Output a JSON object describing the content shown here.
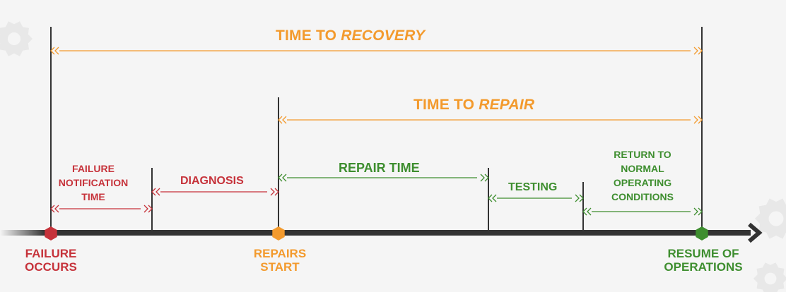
{
  "diagram": {
    "colors": {
      "axis": "#333333",
      "orange": "#f39a2d",
      "red": "#c6323a",
      "green": "#3e8e2f",
      "gear": "#e8e8e8",
      "background": "#f5f5f5"
    },
    "spans": {
      "time_to_recovery": {
        "prefix": "TIME TO",
        "emphasis": "RECOVERY"
      },
      "time_to_repair": {
        "prefix": "TIME TO",
        "emphasis": "REPAIR"
      }
    },
    "phases": {
      "failure_notification": {
        "line1": "FAILURE",
        "line2": "NOTIFICATION",
        "line3": "TIME"
      },
      "diagnosis": "DIAGNOSIS",
      "repair_time": "REPAIR TIME",
      "testing": "TESTING",
      "return_to_normal": {
        "line1": "RETURN TO",
        "line2": "NORMAL",
        "line3": "OPERATING",
        "line4": "CONDITIONS"
      }
    },
    "milestones": {
      "failure": {
        "line1": "FAILURE",
        "line2": "OCCURS"
      },
      "repairs_start": {
        "line1": "REPAIRS",
        "line2": "START"
      },
      "resume": {
        "line1": "RESUME OF",
        "line2": "OPERATIONS"
      }
    },
    "icons": [
      "gear-icon",
      "arrowhead-icon",
      "hexagon-marker-icon"
    ]
  }
}
